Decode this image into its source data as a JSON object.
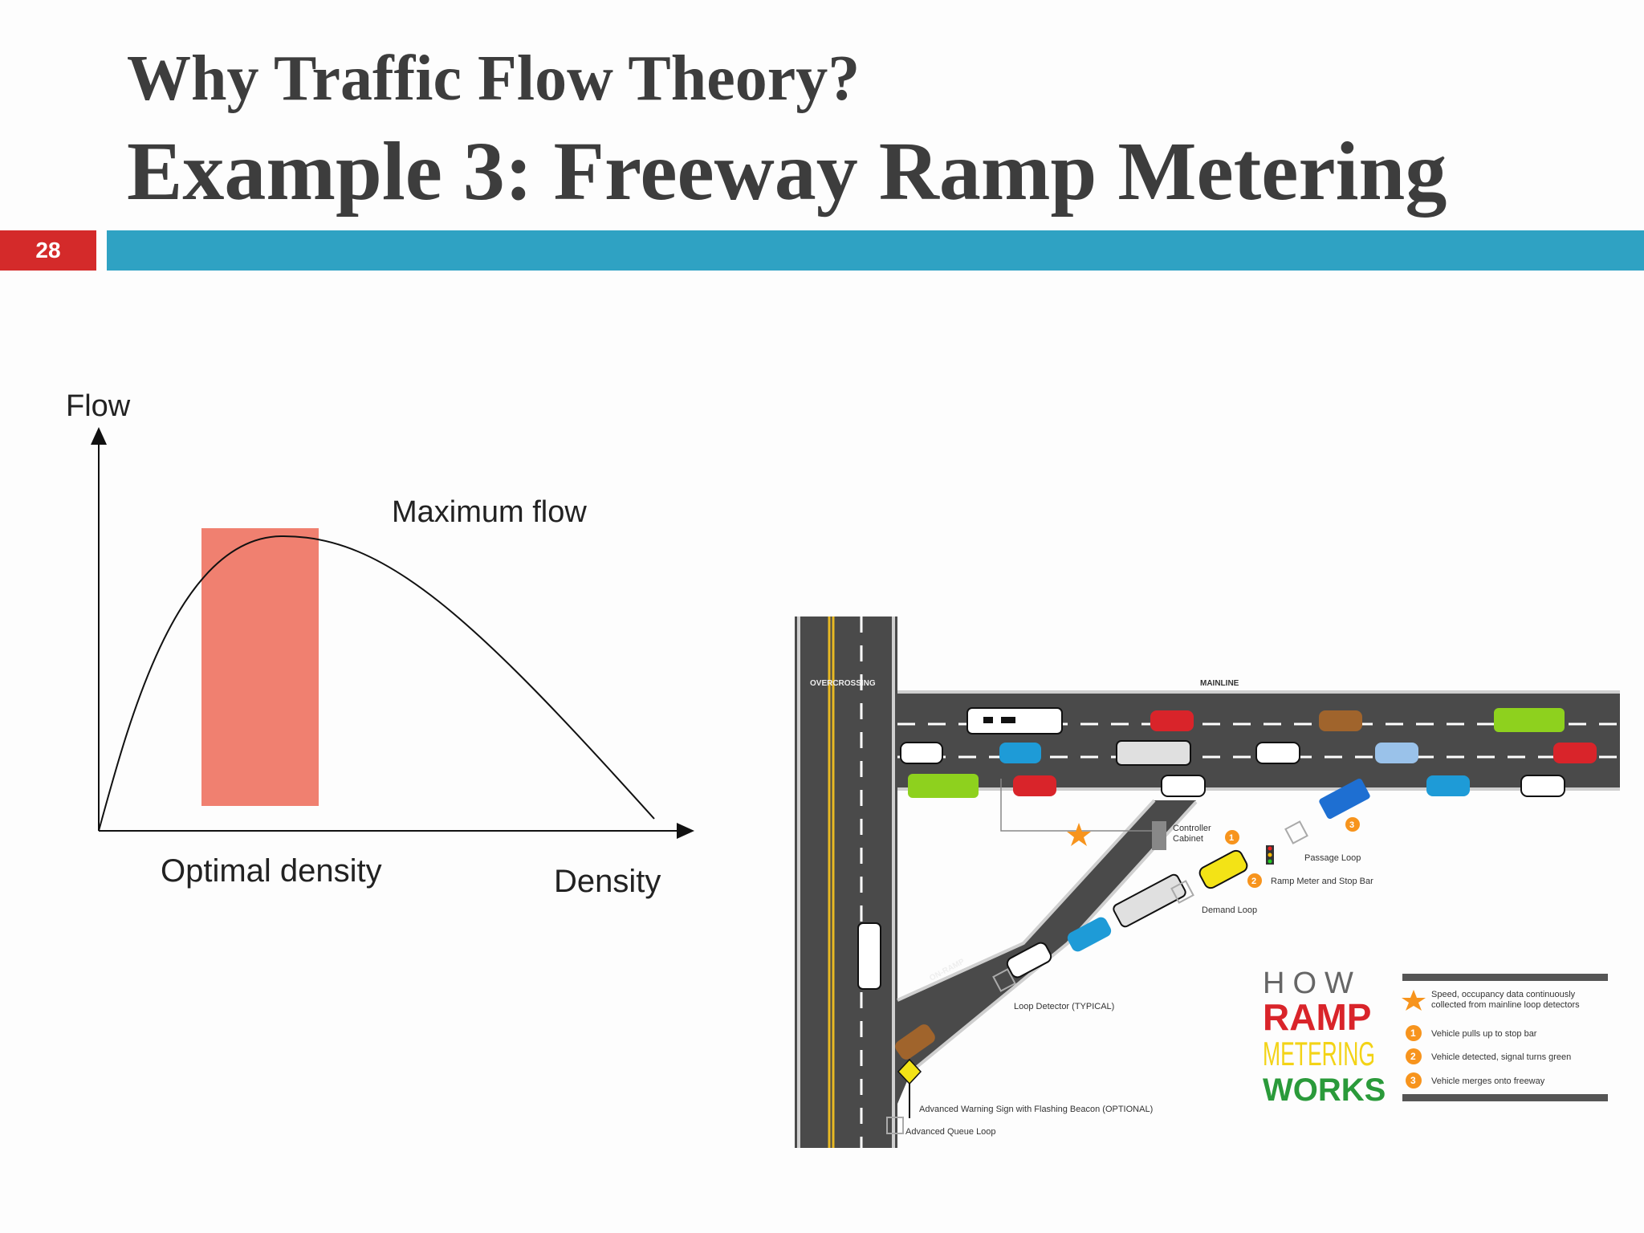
{
  "header": {
    "title": "Why Traffic Flow Theory?",
    "subtitle": "Example 3: Freeway Ramp Metering",
    "slide_number": "28",
    "accent_color": "#2fa2c3",
    "number_color": "#d42a2a"
  },
  "diagram": {
    "y_label": "Flow",
    "x_label": "Density",
    "peak_label": "Maximum flow",
    "band_label": "Optimal density",
    "band_color": "#f08070"
  },
  "ramp": {
    "overcrossing": "OVERCROSSING",
    "mainline": "MAINLINE",
    "on_ramp": "ON-RAMP",
    "controller": [
      "Controller",
      "Cabinet"
    ],
    "passage_loop": "Passage Loop",
    "ramp_meter": "Ramp Meter and Stop Bar",
    "demand_loop": "Demand Loop",
    "loop_detector": "Loop Detector (TYPICAL)",
    "warning_sign": "Advanced Warning Sign with Flashing Beacon (OPTIONAL)",
    "queue_loop": "Advanced Queue Loop",
    "logo": [
      "HOW",
      "RAMP",
      "METERING",
      "WORKS"
    ],
    "legend": {
      "star": [
        "Speed, occupancy data continuously",
        "collected from mainline loop detectors"
      ],
      "step1": "Vehicle pulls up to stop bar",
      "step2": "Vehicle detected, signal turns green",
      "step3": "Vehicle merges onto freeway",
      "n1": "1",
      "n2": "2",
      "n3": "3"
    }
  }
}
